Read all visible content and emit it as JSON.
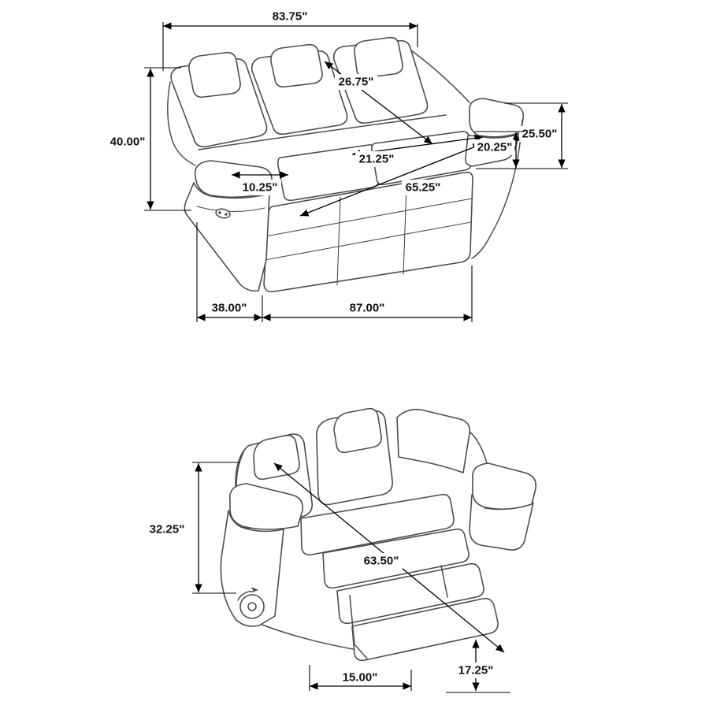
{
  "diagram": {
    "type": "furniture-dimension-drawing",
    "subject": "power reclining sofa",
    "background_color": "#ffffff",
    "dimension_line_color": "#000000",
    "drawing_line_color": "#4d4d4d",
    "label_text_color": "#111111",
    "views": {
      "upright": {
        "name": "sofa upright - front three-quarter view",
        "dims": {
          "overall_width": "83.75\"",
          "back_cushion_height": "26.75\"",
          "overall_height": "40.00\"",
          "arm_width": "10.25\"",
          "seat_depth": "21.25\"",
          "seat_width": "65.25\"",
          "arm_height": "25.50\"",
          "seat_height": "20.25\"",
          "overall_depth": "38.00\"",
          "body_width": "87.00\""
        }
      },
      "reclined": {
        "name": "sofa reclined - footrest extended",
        "dims": {
          "back_height_reclined": "32.25\"",
          "reclined_projection": "63.50\"",
          "footrest_extension": "15.00\"",
          "footrest_height": "17.25\""
        }
      }
    }
  }
}
